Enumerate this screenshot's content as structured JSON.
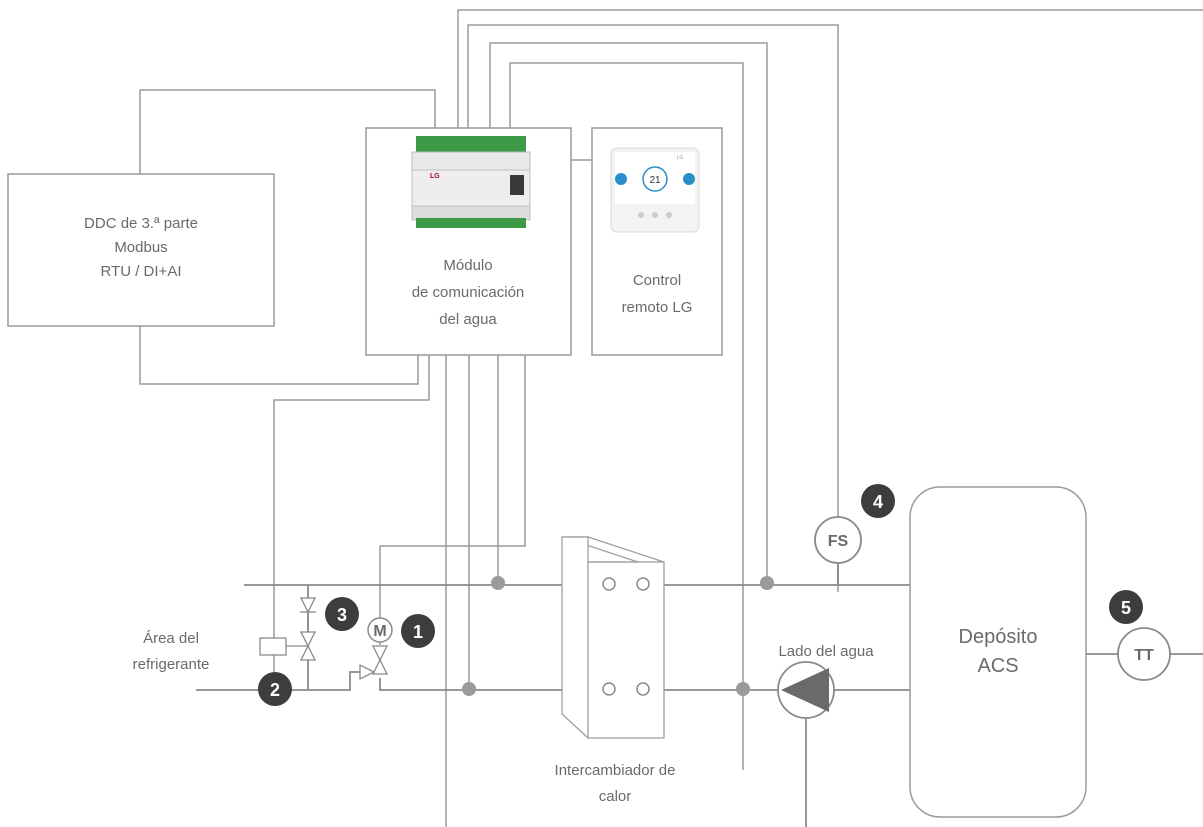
{
  "ddc_box": {
    "lines": [
      "DDC de 3.ª parte",
      "Modbus",
      "RTU / DI+AI"
    ]
  },
  "module_box": {
    "lines": [
      "Módulo",
      "de comunicación",
      "del agua"
    ]
  },
  "device_image": {
    "brand": "LG"
  },
  "remote_box": {
    "lines": [
      "Control",
      "remoto LG"
    ]
  },
  "remote_image": {
    "display": "21",
    "brand": "LG"
  },
  "refrigerant_area": {
    "lines": [
      "Área del",
      "refrigerante"
    ]
  },
  "water_side": {
    "label": "Lado del agua"
  },
  "heat_exchanger": {
    "lines": [
      "Intercambiador de",
      "calor"
    ]
  },
  "tank": {
    "lines": [
      "Depósito",
      "ACS"
    ]
  },
  "flow_switch": {
    "label": "FS"
  },
  "temp_transmitter": {
    "label": "TT"
  },
  "motor": {
    "label": "M"
  },
  "badges": {
    "b1": "1",
    "b2": "2",
    "b3": "3",
    "b4": "4",
    "b5": "5"
  },
  "colors": {
    "line": "#9a9a9a",
    "badge": "#3d3d3d",
    "text": "#6a6a6a"
  }
}
